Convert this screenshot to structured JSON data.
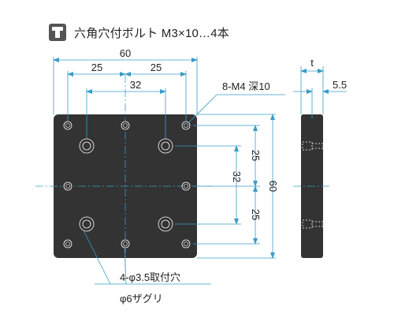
{
  "header": {
    "icon": "bolt-head-icon",
    "title": "六角穴付ボルト M3×10…4本"
  },
  "front_view": {
    "overall_width": "60",
    "dim_25_left": "25",
    "dim_25_right": "25",
    "dim_32_horizontal": "32",
    "tapped_holes": "8-M4 深10",
    "dim_25_upper": "25",
    "dim_32_vertical": "32",
    "dim_25_lower": "25",
    "overall_height": "60",
    "counterbore_holes": "4-φ3.5取付穴",
    "counterbore_spec": "φ6ザグリ"
  },
  "side_view": {
    "thickness": "t",
    "hole_offset": "5.5"
  },
  "colors": {
    "plate": "#333333",
    "dimension_line": "#3a9cc9",
    "hole_outline": "#ffffff"
  }
}
